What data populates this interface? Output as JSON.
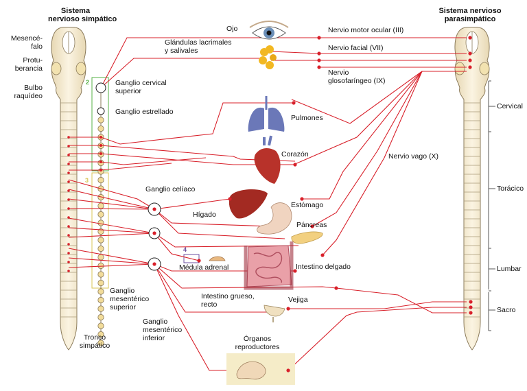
{
  "title_left": [
    "Sistema",
    "nervioso simpático"
  ],
  "title_right": [
    "Sistema nervioso",
    "parasimpático"
  ],
  "brain_labels": {
    "mesencefalo": [
      "Mesencé-",
      "falo"
    ],
    "protuberancia": [
      "Protu-",
      "berancia"
    ],
    "bulbo": [
      "Bulbo",
      "raquídeo"
    ]
  },
  "ganglia": {
    "cervical_superior": [
      "Ganglio cervical",
      "superior"
    ],
    "estrellado": "Ganglio estrellado",
    "celiaco": "Ganglio celíaco",
    "mesenterico_superior": [
      "Ganglio",
      "mesentérico",
      "superior"
    ],
    "mesenterico_inferior": [
      "Ganglio",
      "mesentérico",
      "inferior"
    ],
    "tronco": [
      "Tronco",
      "simpático"
    ]
  },
  "organs": {
    "ojo": "Ojo",
    "glandulas": [
      "Glándulas lacrimales",
      "y salivales"
    ],
    "pulmones": "Pulmones",
    "corazon": "Corazón",
    "higado": "Hígado",
    "estomago": "Estómago",
    "pancreas": "Páncreas",
    "medula_adrenal": "Médula adrenal",
    "intestino_delgado": "Intestino delgado",
    "intestino_grueso": [
      "Intestino grueso,",
      "recto"
    ],
    "vejiga": "Vejiga",
    "organos_reproductores": [
      "Órganos",
      "reproductores"
    ]
  },
  "nerves": {
    "motor_ocular": "Nervio motor ocular (III)",
    "facial": "Nervio facial (VII)",
    "glosofaringeo": [
      "Nervio",
      "glosofaríngeo (IX)"
    ],
    "vago": "Nervio vago (X)"
  },
  "regions": [
    "Cervical",
    "Torácico",
    "Lumbar",
    "Sacro"
  ],
  "box_numbers": [
    "2",
    "3",
    "4"
  ],
  "colors": {
    "nerve": "#d8202a",
    "spine": "#f5ead0",
    "spine_line": "#8a7a5a",
    "box_green": "#56b046",
    "box_yellow": "#d8c456",
    "box_purple": "#6b4fa0",
    "organ_red": "#b8322a",
    "lung_blue": "#6b78b8",
    "gland_yellow": "#f2b822"
  }
}
